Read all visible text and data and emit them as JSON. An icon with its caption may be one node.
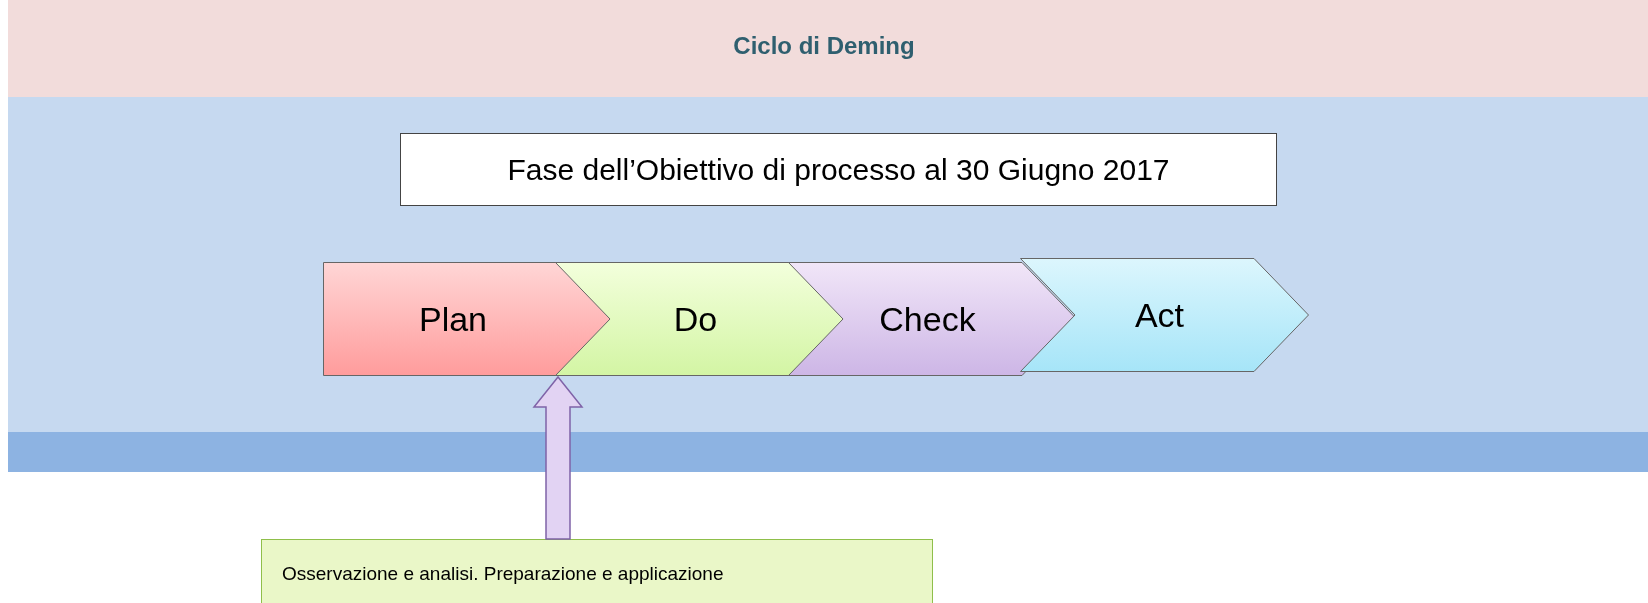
{
  "diagram": {
    "title": "Ciclo di Deming",
    "nodes": [
      {
        "text": [
          "Fase dell’Obiettivo di processo al 30 Giugno 2017"
        ]
      },
      {
        "text": [
          "Plan"
        ]
      },
      {
        "text": [
          "Do"
        ]
      },
      {
        "text": [
          "Check"
        ]
      },
      {
        "text": [
          "Act"
        ]
      },
      {
        "text": [
          "Osservazione e analisi. Preparazione e applicazione"
        ]
      }
    ],
    "edges": [
      {
        "from": 5,
        "to": 1,
        "arrow": "to"
      }
    ]
  }
}
